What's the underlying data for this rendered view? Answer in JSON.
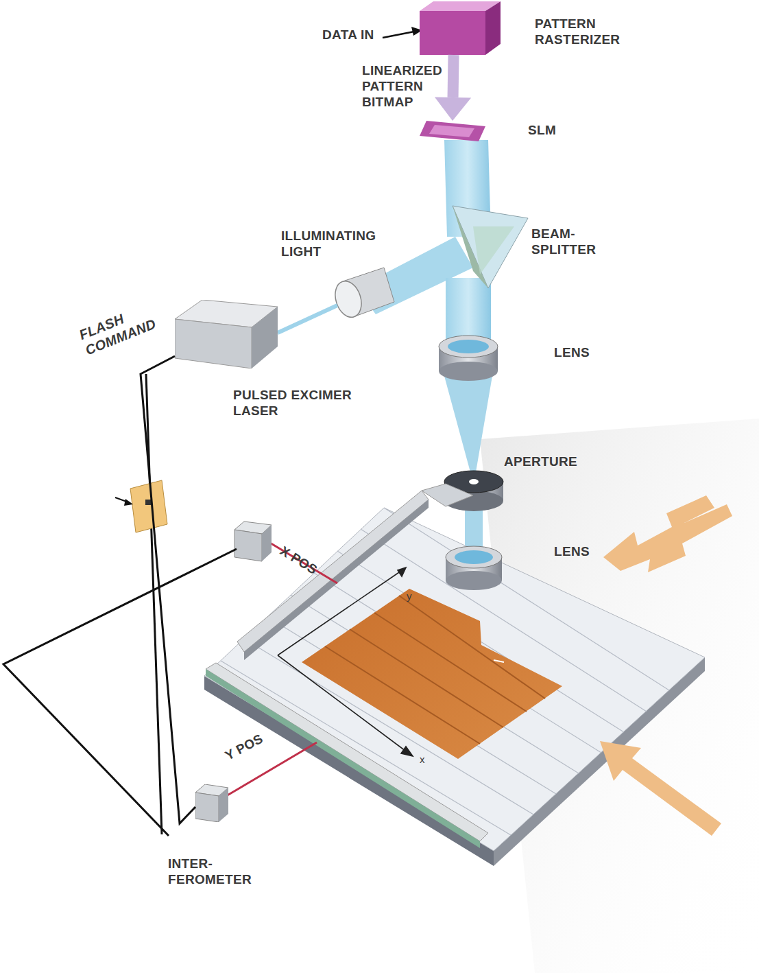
{
  "diagram": {
    "nodes": [
      {
        "text": [
          "PATTERN RASTERIZER"
        ]
      },
      {
        "text": [
          "SLM"
        ]
      },
      {
        "text": [
          "PULSED EXCIMER LASER"
        ]
      },
      {
        "text": [
          "INTER- FEROMETER"
        ]
      }
    ],
    "edges": [
      {
        "from": 0,
        "to": 1,
        "arrow": "to",
        "label": "LINEARIZED PATTERN BITMAP"
      },
      {
        "from": 3,
        "to": 2,
        "arrow": "none",
        "label": "FLASH COMMAND"
      }
    ],
    "labels": [
      "DATA IN",
      "ILLUMINATING LIGHT",
      "BEAM- SPLITTER",
      "LENS",
      "APERTURE",
      "LENS",
      "X POS",
      "Y POS",
      "y",
      "x"
    ]
  }
}
